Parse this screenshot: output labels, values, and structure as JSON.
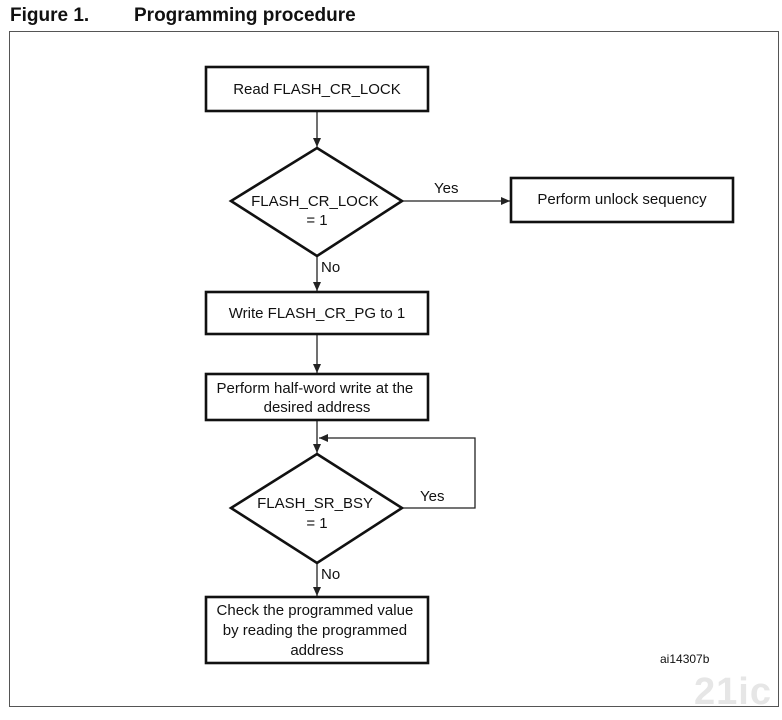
{
  "figure": {
    "number": "Figure 1.",
    "title": "Programming procedure",
    "ref_id": "ai14307b"
  },
  "flow": {
    "step1": "Read FLASH_CR_LOCK",
    "decision1": [
      "FLASH_CR_LOCK",
      "= 1"
    ],
    "unlock": "Perform unlock sequency",
    "step2": "Write FLASH_CR_PG to 1",
    "step3": [
      "Perform half-word write at the",
      "desired address"
    ],
    "decision2": [
      "FLASH_SR_BSY",
      "= 1"
    ],
    "step4": [
      "Check the programmed value",
      "by reading the programmed",
      "address"
    ],
    "labels": {
      "yes1": "Yes",
      "no1": "No",
      "yes2": "Yes",
      "no2": "No"
    }
  },
  "watermark": "21ic"
}
